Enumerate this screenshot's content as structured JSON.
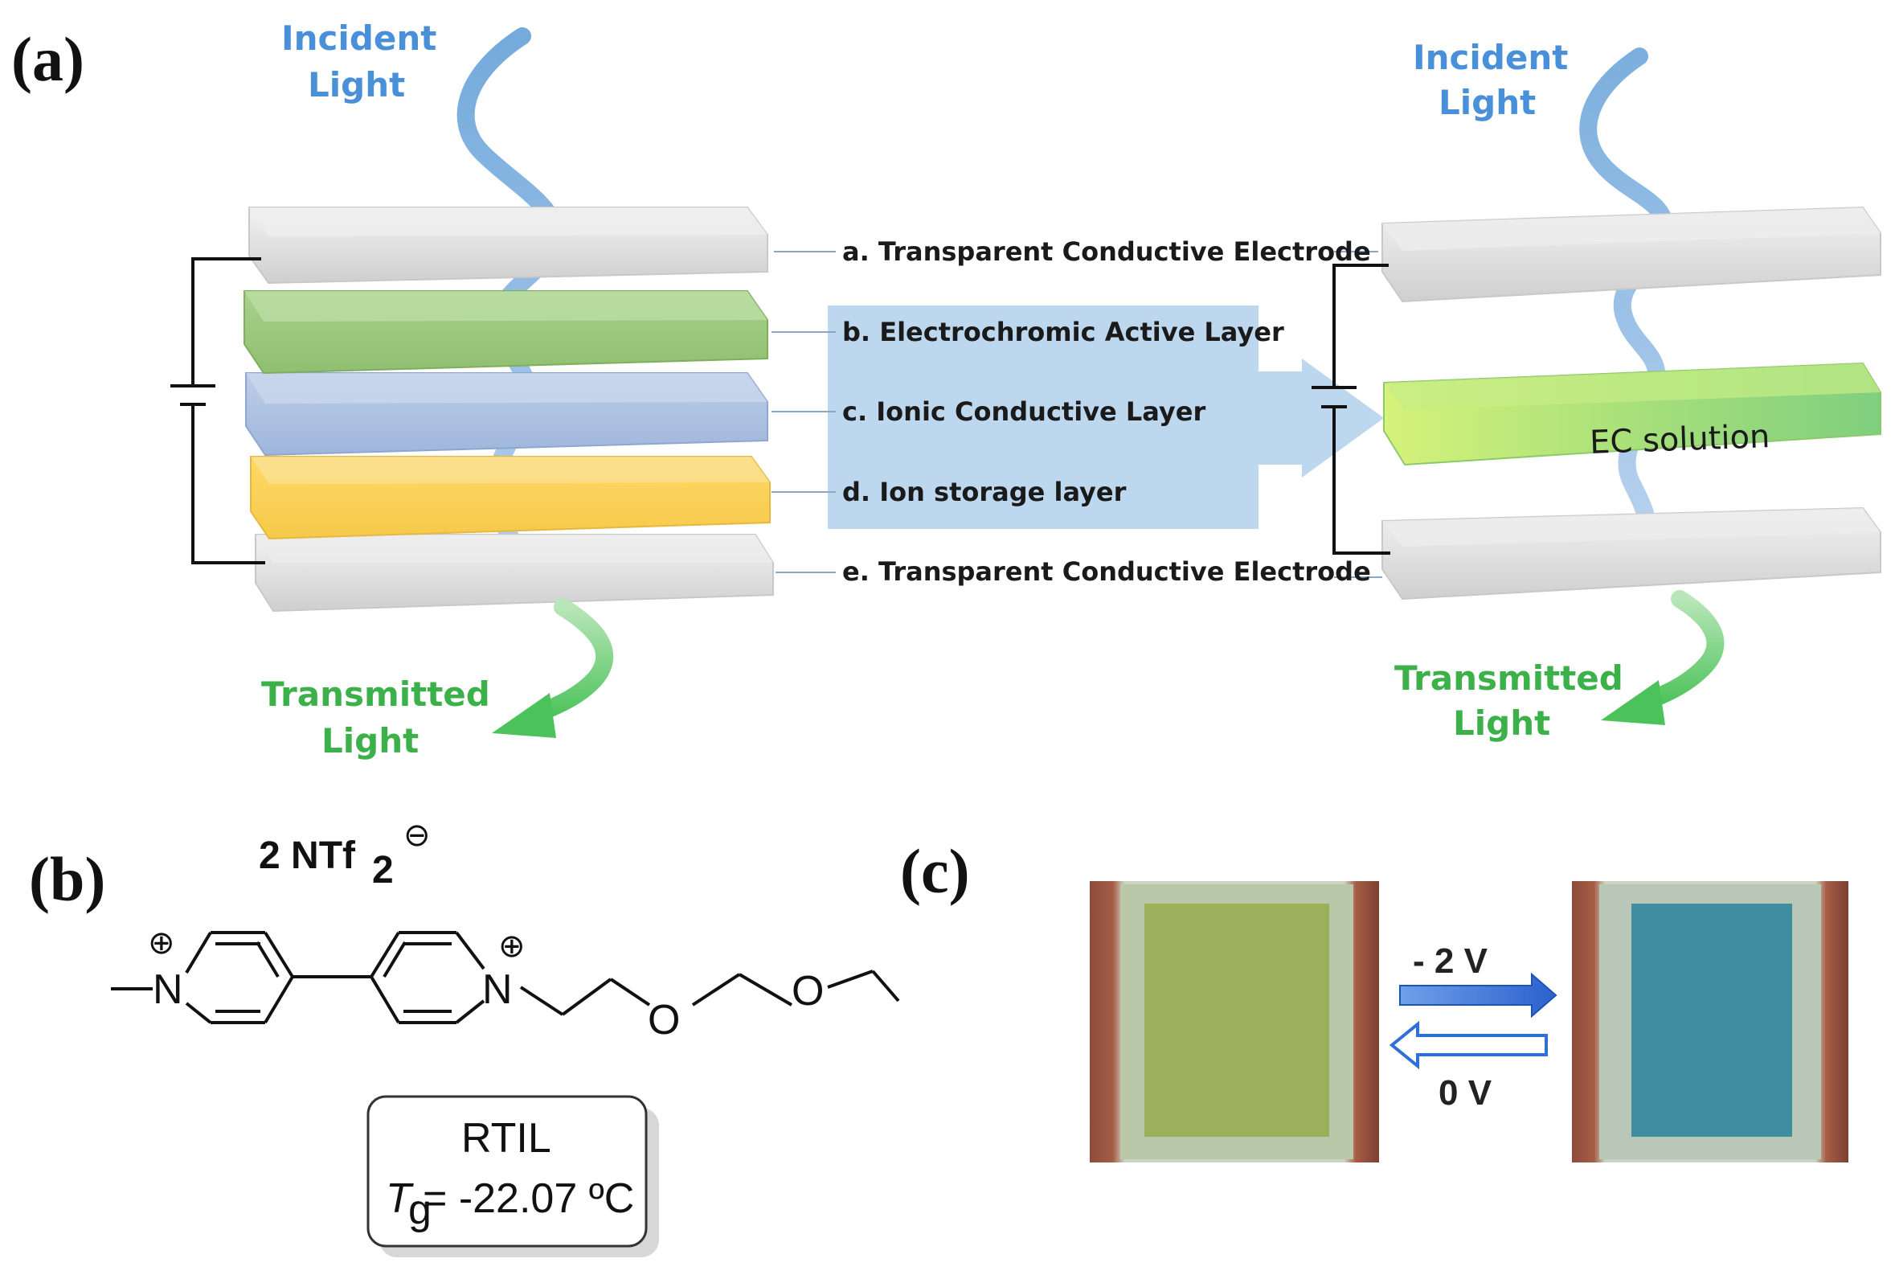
{
  "panel_a": {
    "label": "(a)",
    "left_stack": {
      "incident_light": [
        "Incident",
        "Light"
      ],
      "transmitted_light": [
        "Transmitted",
        "Light"
      ]
    },
    "right_stack": {
      "incident_light": [
        "Incident",
        "Light"
      ],
      "transmitted_light": [
        "Transmitted",
        "Light"
      ],
      "ec_solution": "EC solution"
    },
    "layers": [
      {
        "text": "a. Transparent Conductive Electrode",
        "color": "#e8e8e8"
      },
      {
        "text": "b. Electrochromic Active Layer",
        "color": "#a9d18e"
      },
      {
        "text": "c. Ionic Conductive Layer",
        "color": "#b4c7e7"
      },
      {
        "text": "d. Ion storage layer",
        "color": "#ffd966"
      },
      {
        "text": "e. Transparent Conductive Electrode",
        "color": "#e8e8e8"
      }
    ],
    "colors": {
      "incident": "#5b9bd5",
      "transmitted": "#4cc35a",
      "arrow": "#bdd7ee"
    }
  },
  "panel_b": {
    "label": "(b)",
    "counterion": "2 NTf",
    "counterion_subscript": "2",
    "charge_symbol": "⊖",
    "plus_symbol": "⊕",
    "atom_n": "N",
    "atom_o": "O",
    "box_title": "RTIL",
    "tg_symbol": "T",
    "tg_subscript": "g",
    "tg_value": " = -22.07 ºC"
  },
  "panel_c": {
    "label": "(c)",
    "forward_voltage": "- 2 V",
    "reverse_voltage": "0 V",
    "colors": {
      "bleached": "#9bb05a",
      "colored": "#3f8ea0",
      "arrow": "#2e6fd8"
    }
  }
}
